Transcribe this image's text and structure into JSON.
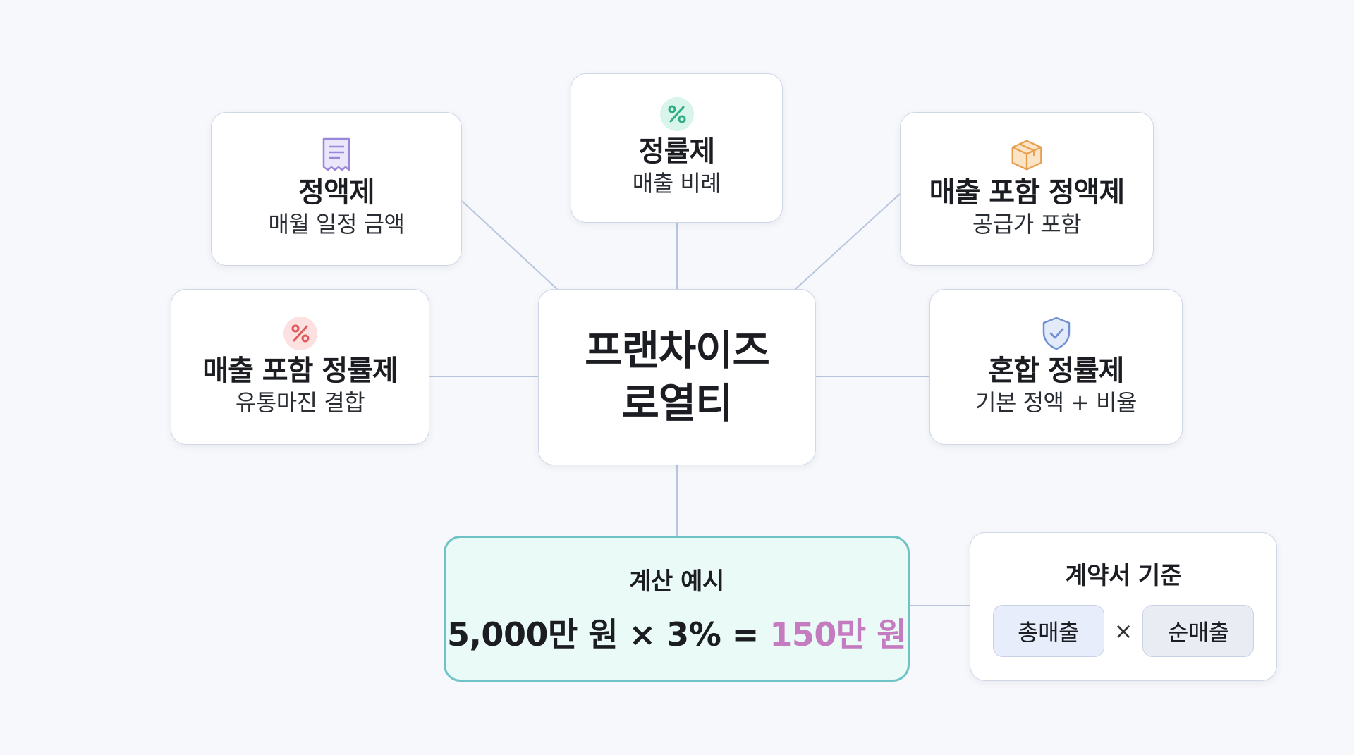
{
  "center": {
    "line1": "프랜차이즈",
    "line2": "로열티"
  },
  "nodes": {
    "fixed": {
      "title": "정액제",
      "subtitle": "매월 일정 금액",
      "icon": "receipt-icon",
      "icon_color": "#9b87d9"
    },
    "ratio": {
      "title": "정률제",
      "subtitle": "매출 비례",
      "icon": "percent-icon",
      "icon_color": "#2fae85",
      "icon_bg": "#d9f4ea"
    },
    "sales_fixed": {
      "title": "매출 포함 정액제",
      "subtitle": "공급가 포함",
      "icon": "box-icon",
      "icon_color": "#e8a050"
    },
    "sales_ratio": {
      "title": "매출 포함 정률제",
      "subtitle": "유통마진 결합",
      "icon": "percent-icon",
      "icon_color": "#e05a5a",
      "icon_bg": "#fde0e0"
    },
    "mixed": {
      "title": "혼합 정률제",
      "subtitle": "기본 정액 + 비율",
      "icon": "shield-check-icon",
      "icon_color": "#6f8fcf"
    }
  },
  "example": {
    "label": "계산 예시",
    "formula": "5,000만 원 × 3% =",
    "result": "150만 원",
    "result_color": "#c57bbf"
  },
  "basis": {
    "title": "계약서 기준",
    "left_chip": "총매출",
    "operator": "×",
    "right_chip": "순매출"
  },
  "colors": {
    "line": "#b7c6de",
    "card_border": "#cfd6e6",
    "example_border": "#6fc3c6",
    "example_bg": "#eafaf6"
  }
}
